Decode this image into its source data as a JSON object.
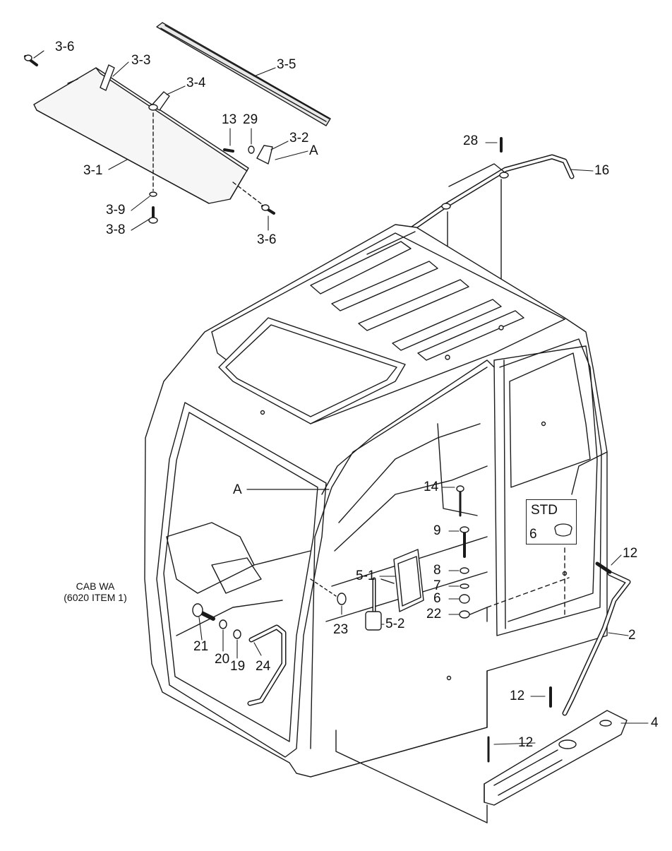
{
  "diagram": {
    "labels": {
      "l_3_6_top": "3-6",
      "l_3_3": "3-3",
      "l_3_5": "3-5",
      "l_3_4": "3-4",
      "l_13": "13",
      "l_29": "29",
      "l_3_2": "3-2",
      "l_A_top": "A",
      "l_3_1": "3-1",
      "l_3_9": "3-9",
      "l_3_8": "3-8",
      "l_3_6_bot": "3-6",
      "l_28": "28",
      "l_16": "16",
      "l_A_mid": "A",
      "l_14": "14",
      "l_9": "9",
      "l_8": "8",
      "l_7": "7",
      "l_6": "6",
      "l_22": "22",
      "l_5_1": "5-1",
      "l_5_2": "5-2",
      "l_23": "23",
      "l_21": "21",
      "l_20": "20",
      "l_19": "19",
      "l_24": "24",
      "l_12_a": "12",
      "l_2": "2",
      "l_12_b": "12",
      "l_4": "4",
      "l_12_c": "12"
    },
    "cab_note": {
      "line1": "CAB WA",
      "line2": "(6020 ITEM 1)"
    },
    "std_box": {
      "title": "STD",
      "part": "6"
    }
  }
}
